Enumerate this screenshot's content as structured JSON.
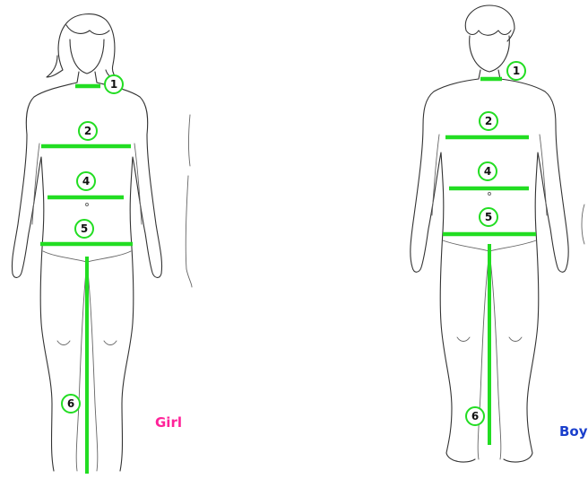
{
  "figures": [
    {
      "id": "girl",
      "label": "Girl",
      "label_color": "#ff2299",
      "markers": [
        {
          "number": "1",
          "part": "neck"
        },
        {
          "number": "2",
          "part": "chest"
        },
        {
          "number": "4",
          "part": "waist"
        },
        {
          "number": "5",
          "part": "hips"
        },
        {
          "number": "6",
          "part": "inseam"
        }
      ]
    },
    {
      "id": "boy",
      "label": "Boy",
      "label_color": "#1a3fcc",
      "markers": [
        {
          "number": "1",
          "part": "neck"
        },
        {
          "number": "2",
          "part": "chest"
        },
        {
          "number": "4",
          "part": "waist"
        },
        {
          "number": "5",
          "part": "hips"
        },
        {
          "number": "6",
          "part": "inseam"
        }
      ]
    }
  ],
  "colors": {
    "measurement_line": "#22dd22",
    "outline": "#333333"
  }
}
